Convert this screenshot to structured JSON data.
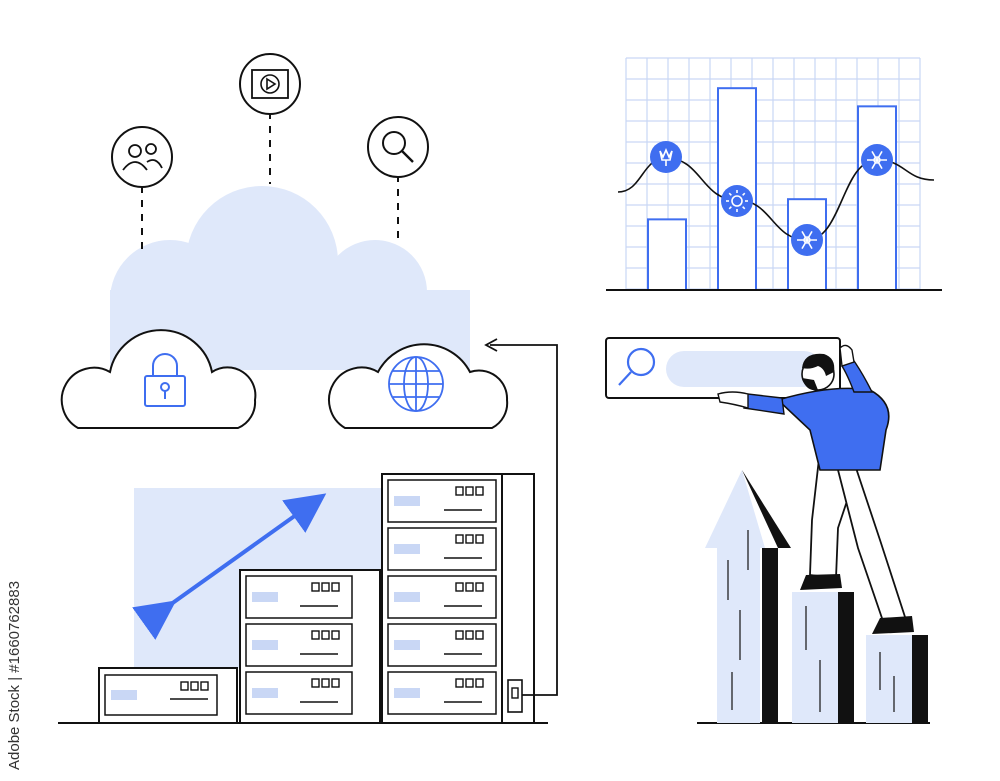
{
  "stock_id": "Adobe Stock | #1660762883",
  "colors": {
    "accent": "#3f6ef0",
    "light_fill": "#dfe8fa",
    "outline": "#111111",
    "grid": "#c9d7f5"
  },
  "icons": [
    "users-icon",
    "play-video-icon",
    "magnify-icon",
    "lock-icon",
    "globe-icon",
    "flower-icon",
    "sun-icon",
    "snowflake-icon",
    "search-icon"
  ],
  "chart_data": {
    "type": "bar",
    "categories": [
      "",
      "",
      "",
      ""
    ],
    "values": [
      3.5,
      10,
      4.5,
      9.1
    ],
    "ylim": [
      0,
      11
    ],
    "grid": true,
    "overlay_curve": true,
    "markers": [
      "flower-icon",
      "sun-icon",
      "snowflake-icon",
      "snowflake-icon"
    ]
  }
}
